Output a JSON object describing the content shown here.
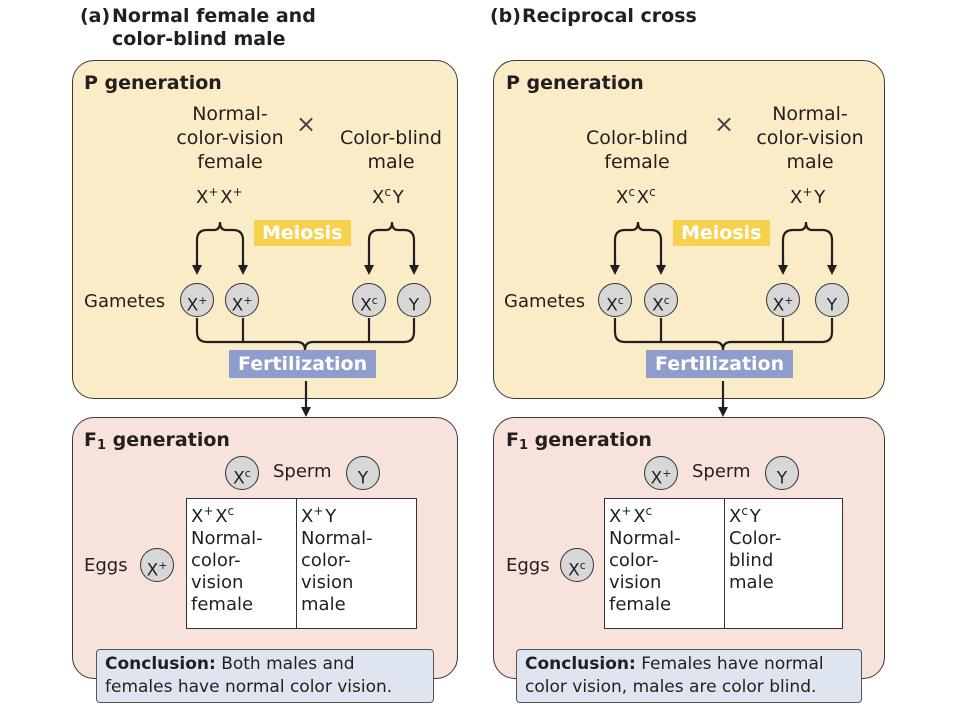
{
  "panels": [
    {
      "letter": "(a)",
      "title_line1": "Normal female and",
      "title_line2": "color-blind male",
      "p_heading": "P generation",
      "left_parent": [
        "Normal-",
        "color-vision",
        "female"
      ],
      "left_genotype": [
        "X",
        "+",
        "X",
        "+"
      ],
      "right_parent": [
        "Color-blind",
        "male"
      ],
      "right_genotype": [
        "X",
        "c",
        "Y",
        ""
      ],
      "cross_symbol": "×",
      "meiosis_label": "Meiosis",
      "gametes_label": "Gametes",
      "gametes": [
        {
          "base": "X",
          "sup": "+"
        },
        {
          "base": "X",
          "sup": "+"
        },
        {
          "base": "X",
          "sup": "c"
        },
        {
          "base": "Y",
          "sup": ""
        }
      ],
      "fertilization_label": "Fertilization",
      "f1_heading": "F",
      "f1_sub": "1",
      "f1_heading_rest": " generation",
      "sperm_label": "Sperm",
      "sperm": [
        {
          "base": "X",
          "sup": "c"
        },
        {
          "base": "Y",
          "sup": ""
        }
      ],
      "eggs_label": "Eggs",
      "egg": {
        "base": "X",
        "sup": "+"
      },
      "cells": [
        {
          "geno": [
            "X",
            "+",
            "X",
            "c"
          ],
          "lines": [
            "Normal-",
            "color-",
            "vision",
            "female"
          ]
        },
        {
          "geno": [
            "X",
            "+",
            "Y",
            ""
          ],
          "lines": [
            "Normal-",
            "color-",
            "vision",
            "male"
          ]
        }
      ],
      "conclusion_lead": "Conclusion:",
      "conclusion_line1": " Both males and",
      "conclusion_line2": "females have normal color vision."
    },
    {
      "letter": "(b)",
      "title_line1": "Reciprocal cross",
      "title_line2": "",
      "p_heading": "P generation",
      "left_parent": [
        "Color-blind",
        "female"
      ],
      "left_genotype": [
        "X",
        "c",
        "X",
        "c"
      ],
      "right_parent": [
        "Normal-",
        "color-vision",
        "male"
      ],
      "right_genotype": [
        "X",
        "+",
        "Y",
        ""
      ],
      "cross_symbol": "×",
      "meiosis_label": "Meiosis",
      "gametes_label": "Gametes",
      "gametes": [
        {
          "base": "X",
          "sup": "c"
        },
        {
          "base": "X",
          "sup": "c"
        },
        {
          "base": "X",
          "sup": "+"
        },
        {
          "base": "Y",
          "sup": ""
        }
      ],
      "fertilization_label": "Fertilization",
      "f1_heading": "F",
      "f1_sub": "1",
      "f1_heading_rest": " generation",
      "sperm_label": "Sperm",
      "sperm": [
        {
          "base": "X",
          "sup": "+"
        },
        {
          "base": "Y",
          "sup": ""
        }
      ],
      "eggs_label": "Eggs",
      "egg": {
        "base": "X",
        "sup": "c"
      },
      "cells": [
        {
          "geno": [
            "X",
            "+",
            "X",
            "c"
          ],
          "lines": [
            "Normal-",
            "color-",
            "vision",
            "female"
          ]
        },
        {
          "geno": [
            "X",
            "c",
            "Y",
            ""
          ],
          "lines": [
            "Color-",
            "blind",
            "male"
          ]
        }
      ],
      "conclusion_lead": "Conclusion:",
      "conclusion_line1": " Females have normal",
      "conclusion_line2": "color vision, males are color blind."
    }
  ],
  "colors": {
    "p_box": "#fbecc8",
    "f1_box": "#f8e3dc",
    "meiosis": "#f6d14e",
    "fertilization": "#8e9dcc",
    "conclusion": "#dfe5f0",
    "gamete_circle": "#d7d7d7"
  }
}
